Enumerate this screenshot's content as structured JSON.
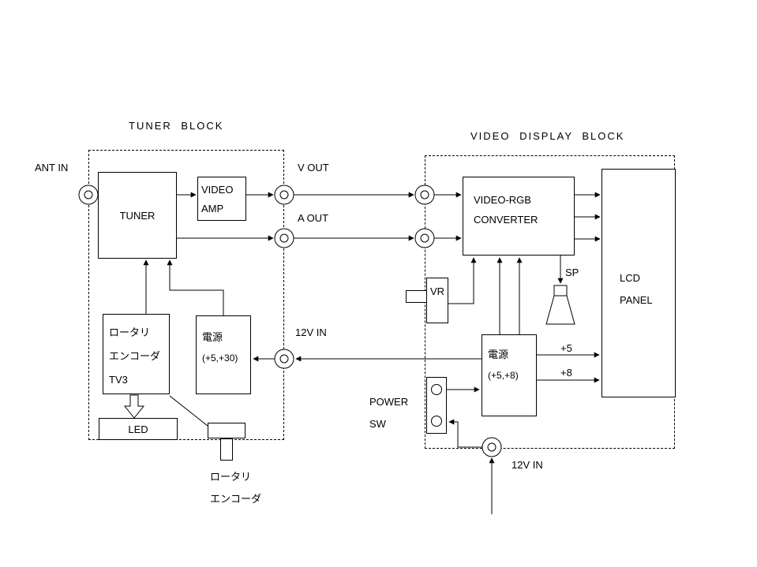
{
  "titles": {
    "tuner_block": "TUNER BLOCK",
    "video_display_block": "VIDEO DISPLAY BLOCK"
  },
  "ports": {
    "ant_in": "ANT IN",
    "v_out": "V OUT",
    "a_out": "A OUT",
    "tuner_12v_in": "12V IN",
    "display_12v_in": "12V IN"
  },
  "blocks": {
    "tuner": {
      "label": "TUNER"
    },
    "video_amp": {
      "line1": "VIDEO",
      "line2": "AMP"
    },
    "video_rgb_converter": {
      "line1": "VIDEO-RGB",
      "line2": "CONVERTER"
    },
    "lcd_panel": {
      "line1": "LCD",
      "line2": "PANEL"
    },
    "vr": {
      "label": "VR"
    },
    "tuner_power": {
      "line1": "電源",
      "line2": "(+5,+30)"
    },
    "rotary_encoder": {
      "line1": "ロータリ",
      "line2": "エンコーダ",
      "line3": "TV3"
    },
    "led": {
      "label": "LED"
    },
    "display_power": {
      "line1": "電源",
      "line2": "(+5,+8)"
    }
  },
  "annotations": {
    "sp": "SP",
    "plus5": "+5",
    "plus8": "+8",
    "power": "POWER",
    "sw": "SW",
    "rotary_encoder_line1": "ロータリ",
    "rotary_encoder_line2": "エンコーダ"
  },
  "colors": {
    "line": "#000000",
    "background": "#ffffff"
  }
}
